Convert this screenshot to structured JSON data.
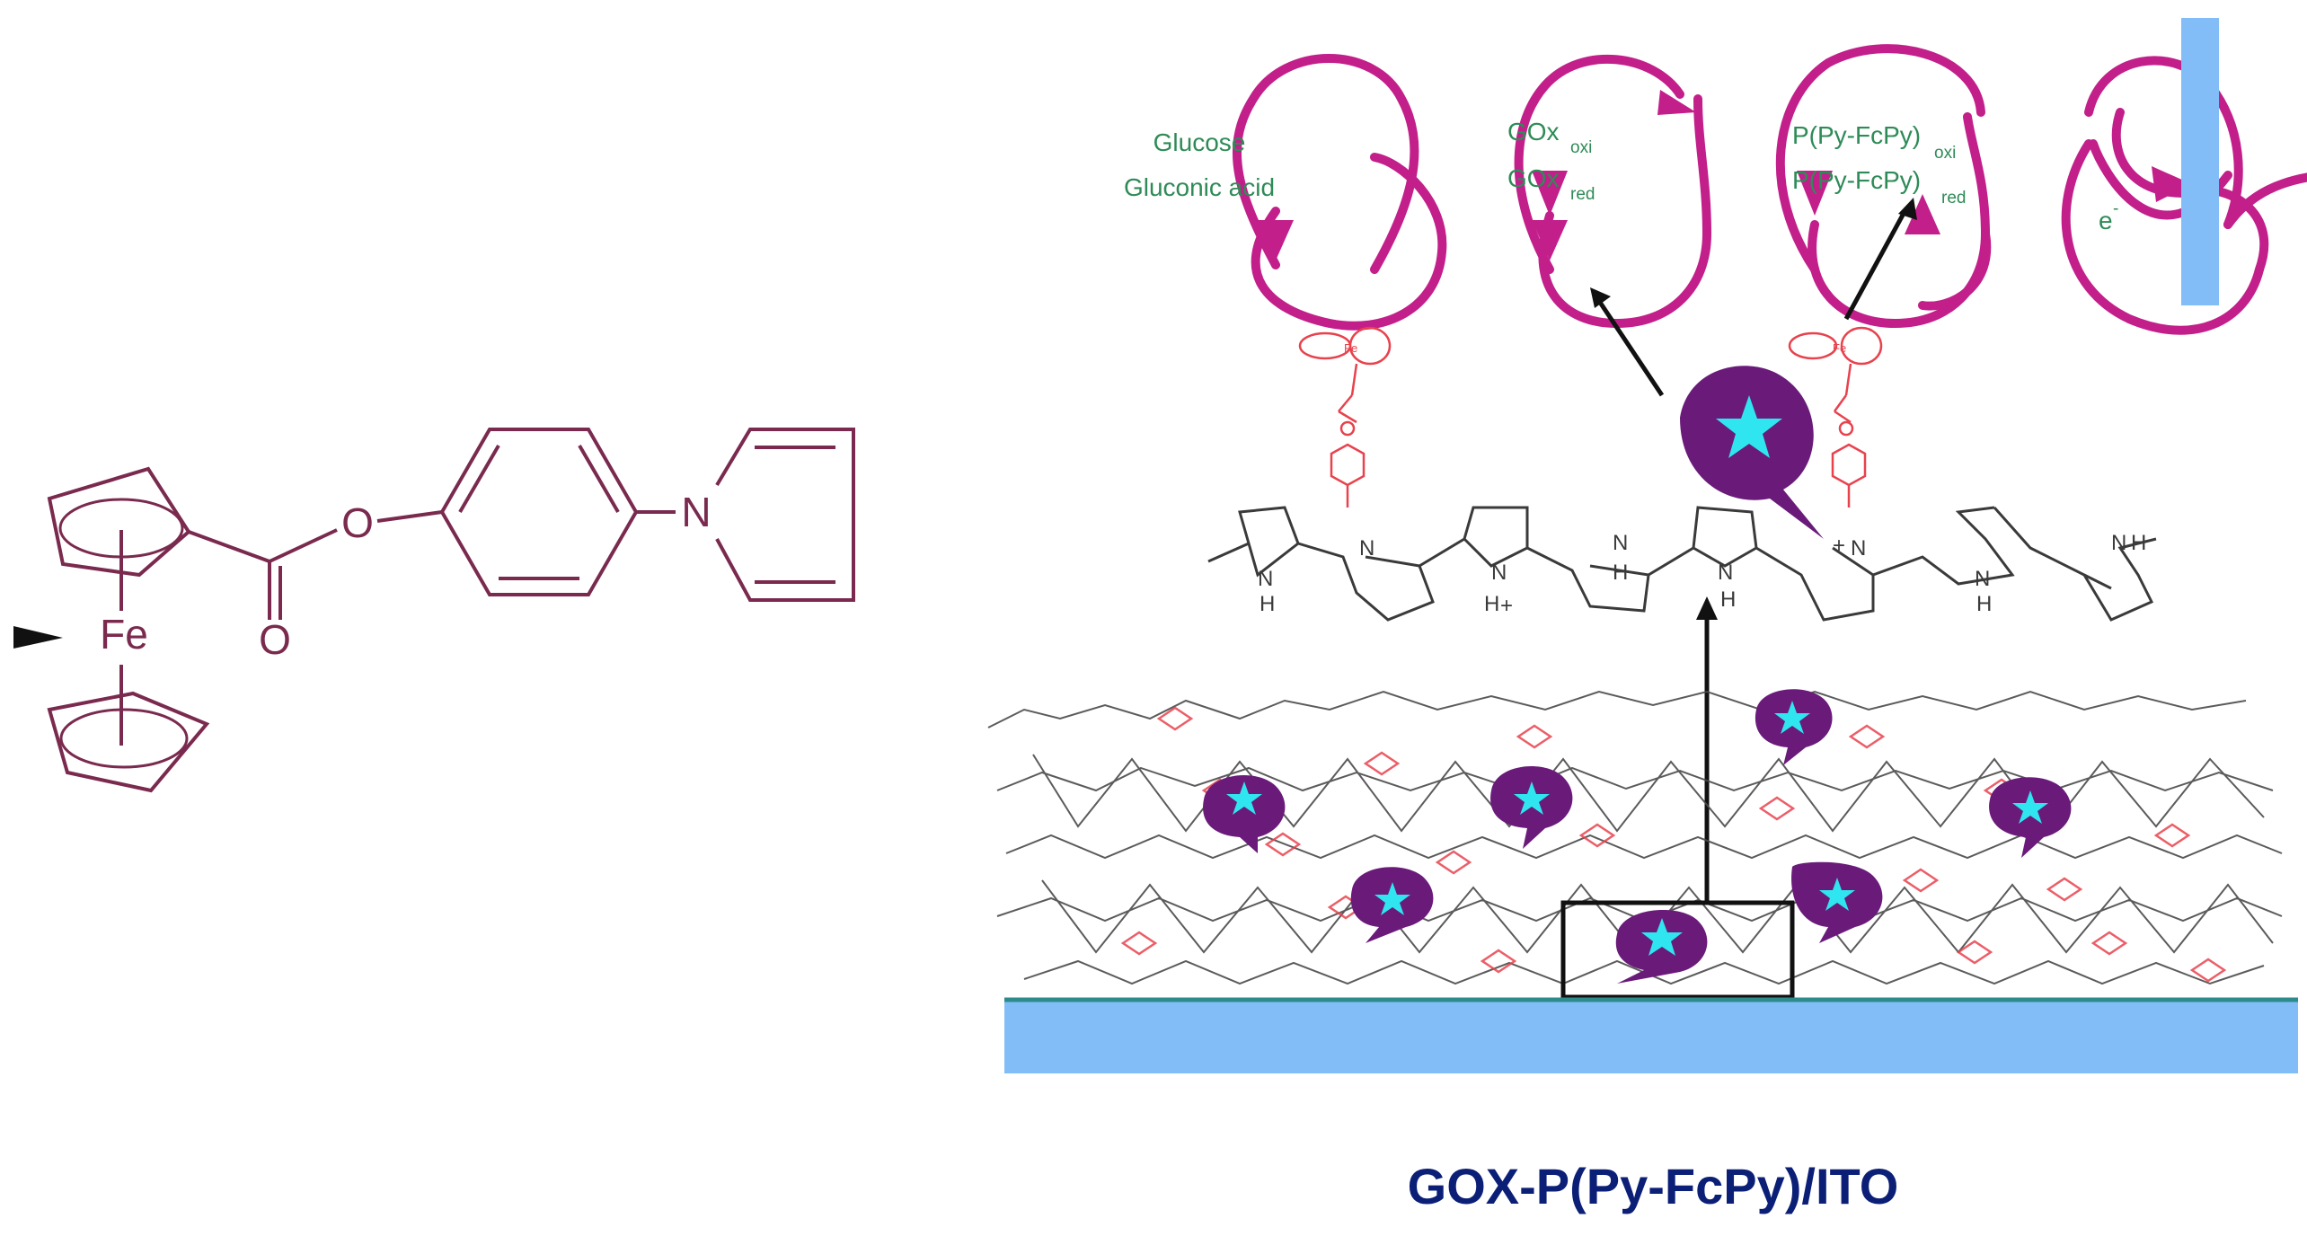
{
  "colors": {
    "cycle": "#c21f8a",
    "label_text": "#2e8b57",
    "molecule": "#7a2a4e",
    "electrode": "#82bdf7",
    "electrode_edge": "#2e8b8b",
    "enzyme": "#6a1b7a",
    "star": "#2fe6f0",
    "ferrocene_pendant": "#e8424d",
    "chain": "#3a3a3a",
    "caption": "#0b1f77"
  },
  "molecule": {
    "fe_label": "Fe",
    "o_ester_label": "O",
    "o_carbonyl_label": "O",
    "n_label": "N"
  },
  "cycle": {
    "glucose": "Glucose",
    "gluconic_acid": "Gluconic acid",
    "gox": "GOx",
    "oxi": "oxi",
    "red": "red",
    "p_pyfcpy": "P(Py-FcPy)",
    "electron": "e",
    "electron_sup": "-"
  },
  "chain": {
    "nh": "N",
    "h": "H",
    "plus": "+",
    "pendant_fe": "Fe"
  },
  "caption": "GOX-P(Py-FcPy)/ITO"
}
